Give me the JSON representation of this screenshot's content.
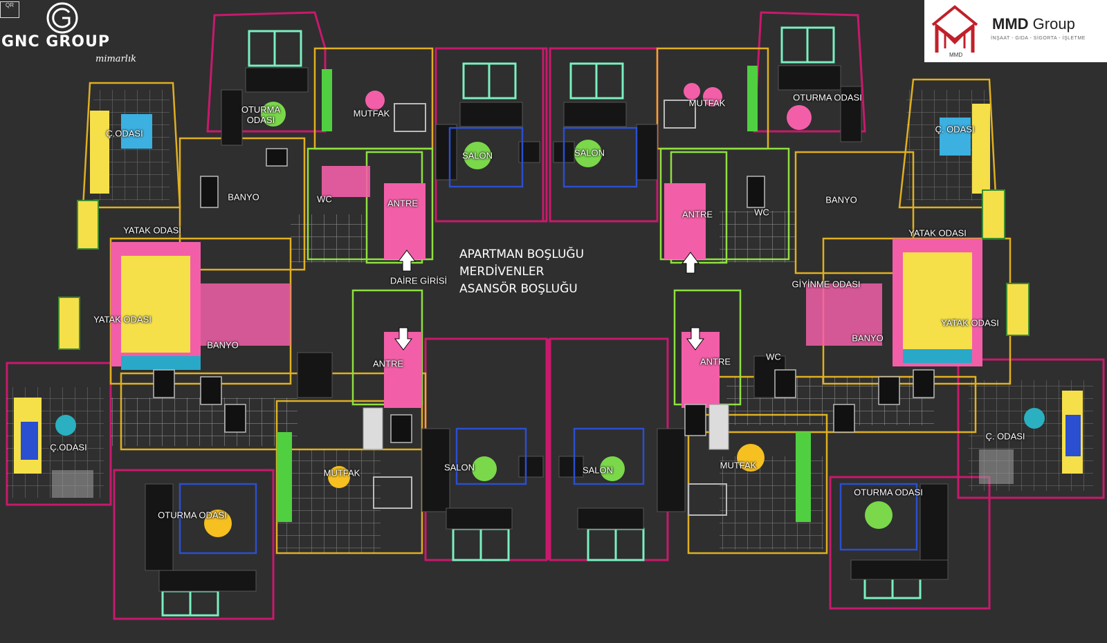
{
  "logos": {
    "left_brand": "GNC GROUP",
    "left_sub": "mimarlık",
    "right_brand_bold": "MMD",
    "right_brand_rest": " Group",
    "right_tagline": "İNŞAAT - GIDA - SİGORTA - İŞLETME",
    "right_mark": "MMD",
    "corner_badge": "QR"
  },
  "center_note": [
    "APARTMAN BOŞLUĞU",
    "MERDİVENLER",
    "ASANSÖR BOŞLUĞU"
  ],
  "room_labels": {
    "tl_oturma": "OTURMA\nODASI",
    "tl_mutfak": "MUTFAK",
    "tl_codasi": "Ç.ODASI",
    "tl_salon": "SALON",
    "tl_banyo": "BANYO",
    "tl_wc": "WC",
    "tl_antre": "ANTRE",
    "tl_yatak": "YATAK ODASI",
    "tl_daire_girisi": "DAİRE GİRİSİ",
    "tr_mutfak": "MUTFAK",
    "tr_oturma": "OTURMA ODASI",
    "tr_codasi": "Ç. ODASI",
    "tr_salon": "SALON",
    "tr_antre": "ANTRE",
    "tr_wc": "WC",
    "tr_banyo": "BANYO",
    "tr_yatak": "YATAK ODASI",
    "tr_giyinme": "GİYİNME ODASI",
    "bl_yatak": "YATAK ODASI",
    "bl_banyo": "BANYO",
    "bl_antre": "ANTRE",
    "bl_codasi": "Ç.ODASI",
    "bl_mutfak": "MUTFAK",
    "bl_salon": "SALON",
    "bl_oturma": "OTURMA ODASI",
    "br_yatak": "YATAK ODASI",
    "br_banyo": "BANYO",
    "br_wc": "WC",
    "br_antre": "ANTRE",
    "br_salon": "SALON",
    "br_mutfak": "MUTFAK",
    "br_codasi": "Ç. ODASI",
    "br_oturma": "OTURMA ODASI"
  },
  "colors": {
    "background": "#2f2f2f",
    "wall_magenta": "#c8196c",
    "wall_yellow": "#e0b020",
    "wall_green": "#8fe040",
    "floor_pink": "#f25fa8",
    "window_mint": "#7af0c0",
    "bed_yellow": "#f5e04a",
    "sofa_black": "#151515",
    "accent_blue": "#2a4fd0"
  }
}
